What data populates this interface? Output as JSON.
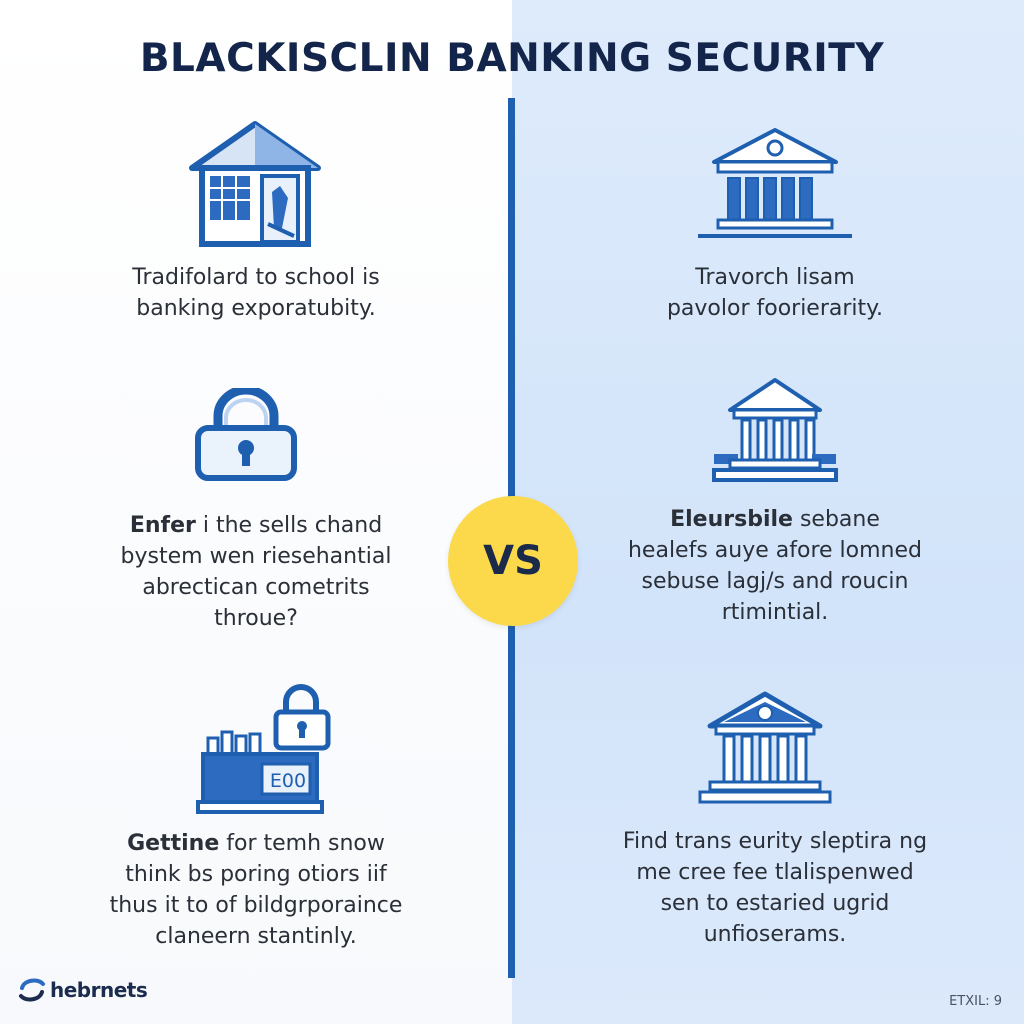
{
  "title": "BLACKISCLIN BANKING SECURITY",
  "vs_label": "VS",
  "left": {
    "block1": {
      "lines": [
        "Tradifolard to school is",
        "banking exporatubity."
      ]
    },
    "block2": {
      "bold": "Enfer",
      "lines": [
        " i the sells chand",
        "bystem wen riesehantial",
        "abrectican cometrits",
        "throue?"
      ]
    },
    "block3": {
      "bold": "Gettine",
      "lines": [
        " for temh snow",
        "think bs poring otiors iif",
        "thus it to of bildgrporaince",
        "claneern stantinly."
      ]
    },
    "card_label": "E00"
  },
  "right": {
    "block1": {
      "lines": [
        "Travorch lisam",
        "pavolor foorierarity."
      ]
    },
    "block2": {
      "bold": "Eleursbile",
      "lines": [
        " sebane",
        "healefs auye afore lomned",
        "sebuse lagj/s and roucin",
        "rtimintial."
      ]
    },
    "block3": {
      "lines": [
        "Find trans eurity sleptira ng",
        "me cree fee tlalispenwed",
        "sen to estaried ugrid",
        "unfioserams."
      ]
    }
  },
  "footer": {
    "logo_text": "hebrnets",
    "corner_text": "ETXIL: 9"
  },
  "icons": [
    "house-icon",
    "padlock-icon",
    "cash-register-lock-icon",
    "bank-building-icon",
    "bank-building-icon",
    "bank-building-icon"
  ],
  "colors": {
    "primary_blue": "#1e5fb0",
    "light_blue": "#d6e6fa",
    "vs_yellow": "#fbd94a",
    "title_navy": "#13254a"
  }
}
